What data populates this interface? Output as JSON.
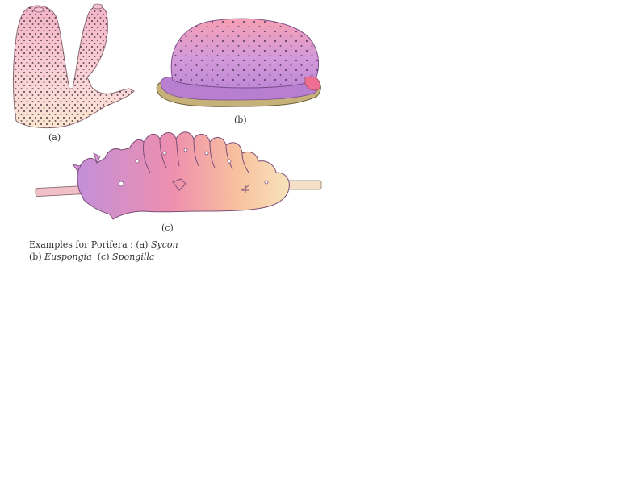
{
  "figure": {
    "labels": {
      "a": "(a)",
      "b": "(b)",
      "c": "(c)"
    },
    "caption": {
      "prefix": "Examples for Porifera : (a) ",
      "name_a": "Sycon",
      "b_label": "(b) ",
      "name_b": "Euspongia",
      "c_label": "  (c) ",
      "name_c": "Spongilla"
    }
  },
  "colors": {
    "pink": "#f4a6c0",
    "light_pink": "#fbd6df",
    "lavender": "#c79be0",
    "peach": "#f8c9a8",
    "cream": "#f6e7c6",
    "olive_base": "#c9b27a"
  }
}
